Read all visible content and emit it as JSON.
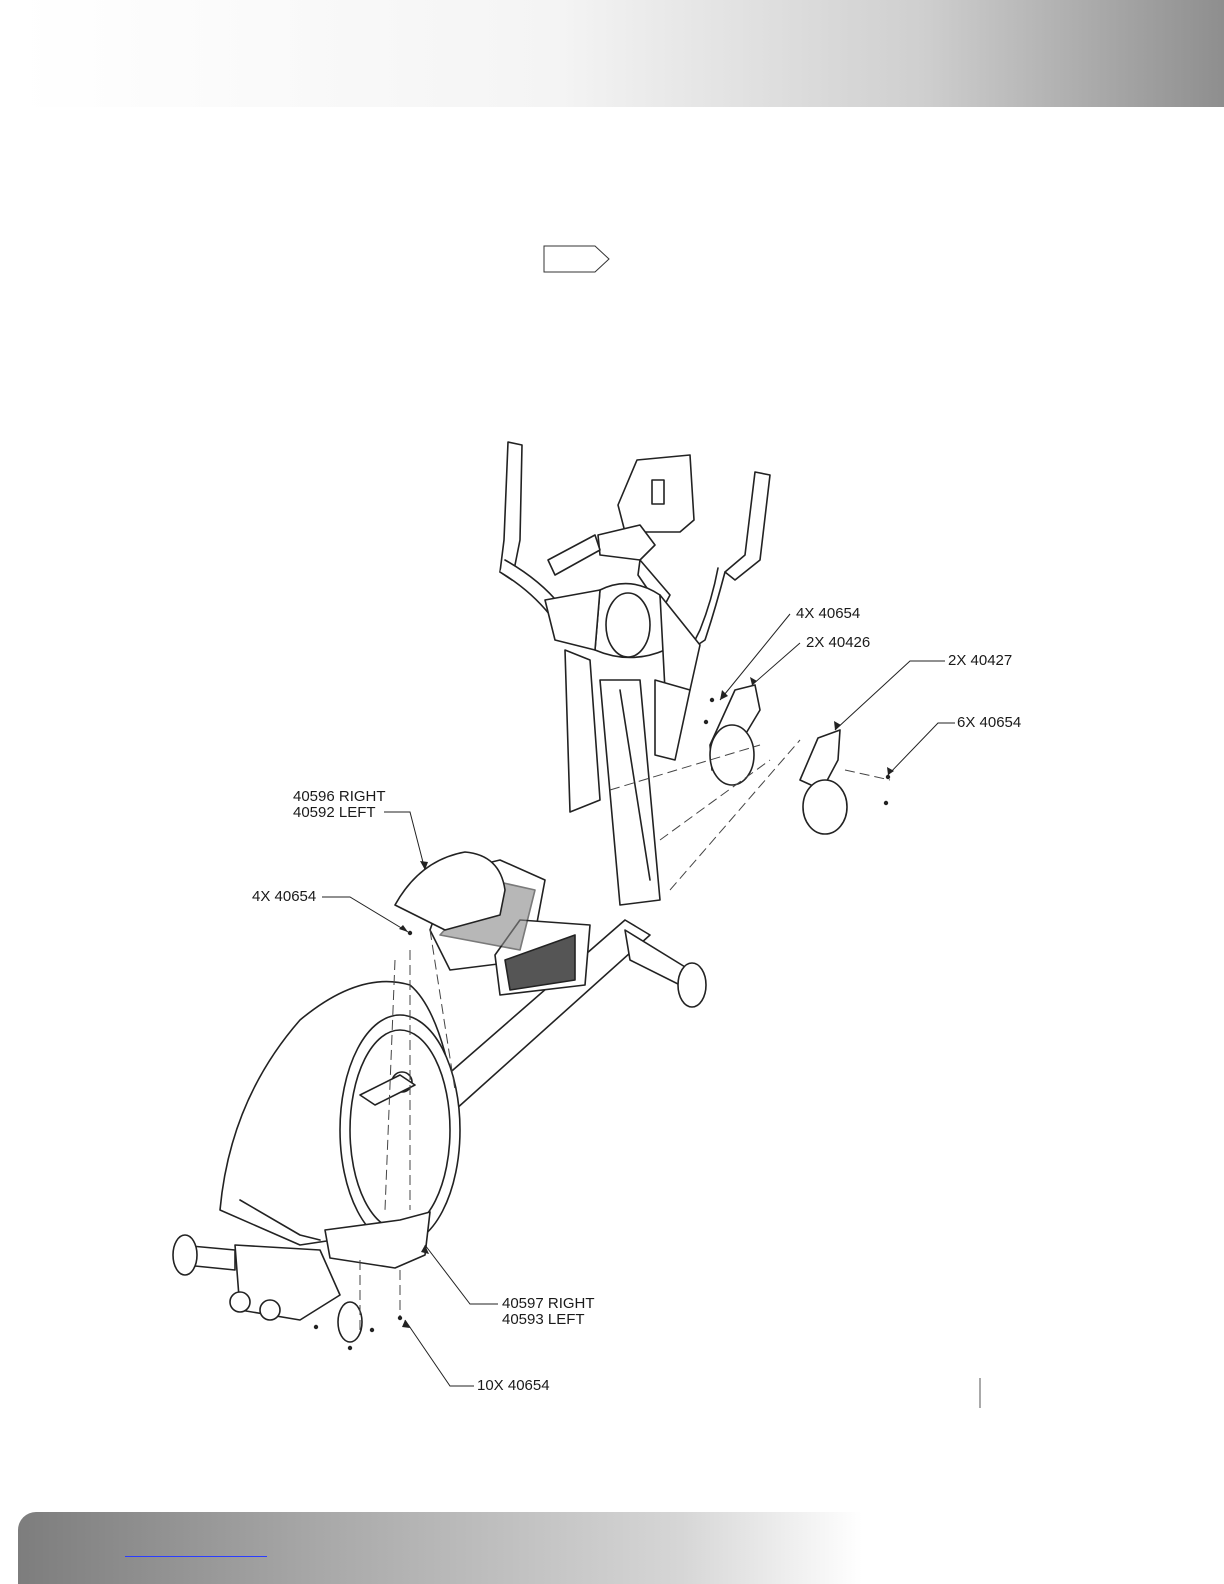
{
  "callouts": {
    "c1": "4X 40654",
    "c2": "2X 40426",
    "c3": "2X 40427",
    "c4": "6X 40654",
    "c5a": "40596 RIGHT",
    "c5b": "40592 LEFT",
    "c6": "4X 40654",
    "c7a": "40597 RIGHT",
    "c7b": "40593 LEFT",
    "c8": "10X 40654"
  }
}
